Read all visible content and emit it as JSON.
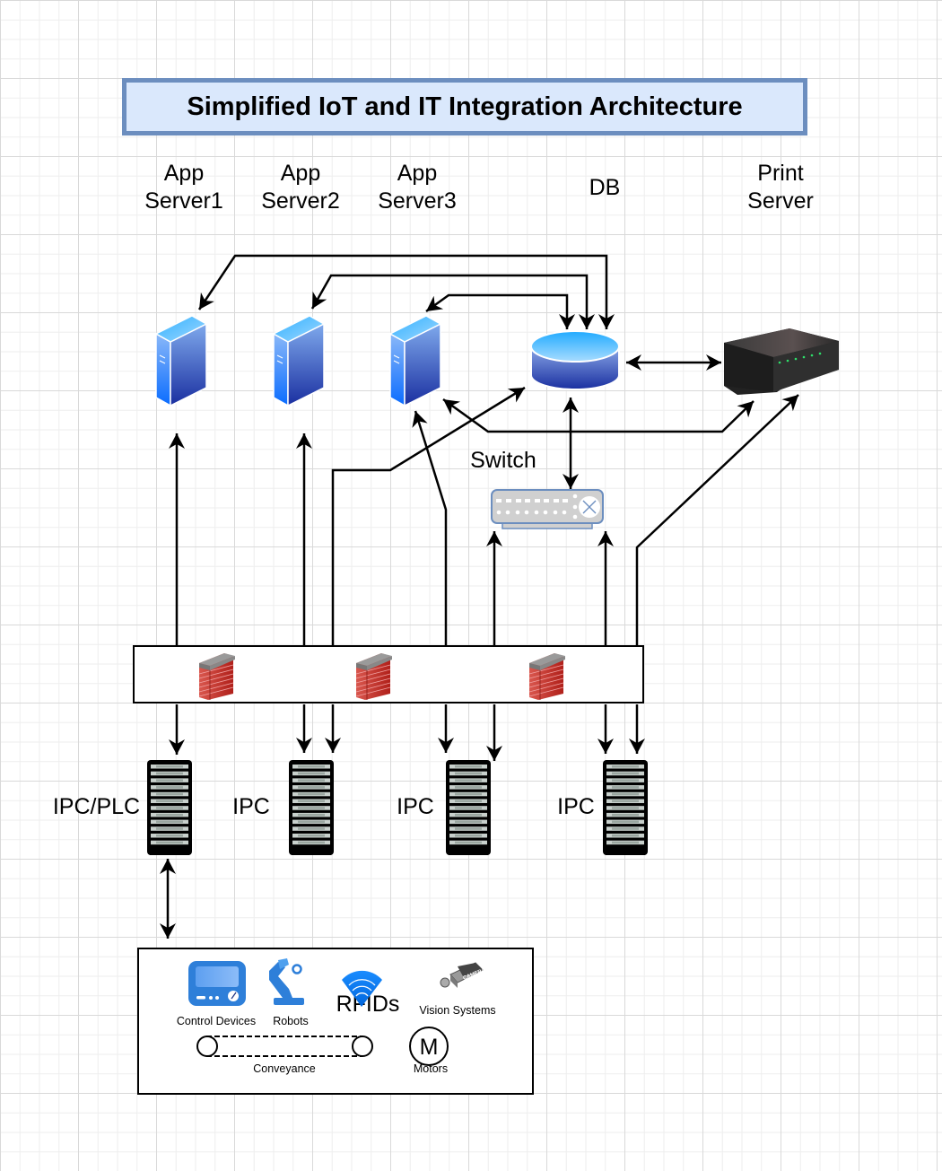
{
  "title": "Simplified IoT and IT Integration Architecture",
  "colors": {
    "title_fill": "#dae8fc",
    "title_border": "#6c8ebf",
    "server_blue_top": "#3ab4ff",
    "server_blue_dark": "#1a2fa0",
    "switch_fill": "#d0d0d0",
    "switch_border": "#6c8ebf",
    "firewall_red": "#c0302a",
    "device_blue": "#2e7fd9"
  },
  "top_nodes": {
    "app_server1": {
      "line1": "App",
      "line2": "Server1",
      "icon": "server-tower-icon"
    },
    "app_server2": {
      "line1": "App",
      "line2": "Server2",
      "icon": "server-tower-icon"
    },
    "app_server3": {
      "line1": "App",
      "line2": "Server3",
      "icon": "server-tower-icon"
    },
    "db": {
      "label": "DB",
      "icon": "database-cylinder-icon"
    },
    "print_server": {
      "line1": "Print",
      "line2": "Server",
      "icon": "print-server-box-icon"
    }
  },
  "switch": {
    "label": "Switch",
    "icon": "network-switch-icon"
  },
  "firewalls": [
    {
      "icon": "firewall-brick-icon"
    },
    {
      "icon": "firewall-brick-icon"
    },
    {
      "icon": "firewall-brick-icon"
    }
  ],
  "ipcs": [
    {
      "label": "IPC/PLC",
      "icon": "rack-server-icon"
    },
    {
      "label": "IPC",
      "icon": "rack-server-icon"
    },
    {
      "label": "IPC",
      "icon": "rack-server-icon"
    },
    {
      "label": "IPC",
      "icon": "rack-server-icon"
    }
  ],
  "field_devices": {
    "control_devices": "Control Devices",
    "robots": "Robots",
    "rfids": "RFIDs",
    "vision_systems": "Vision Systems",
    "conveyance": "Conveyance",
    "motors": "Motors",
    "motor_symbol": "M",
    "camera_text": "CAMERA"
  }
}
